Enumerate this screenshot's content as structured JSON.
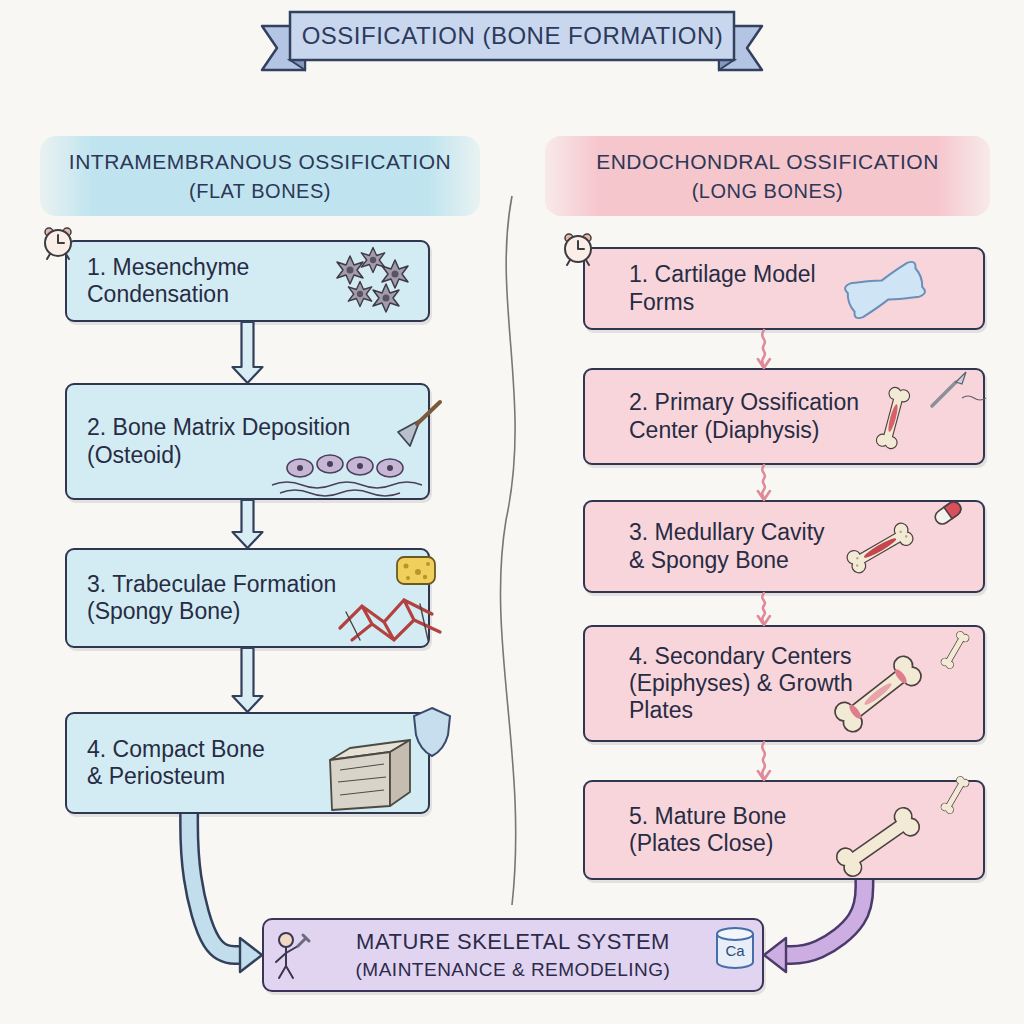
{
  "diagram": {
    "title": "OSSIFICATION (BONE FORMATION)",
    "nodes": [
      {
        "text": [
          "INTRAMEMBRANOUS OSSIFICATION",
          "(FLAT BONES)"
        ]
      },
      {
        "text": [
          "1. Mesenchyme Condensation"
        ]
      },
      {
        "text": [
          "2. Bone Matrix Deposition (Osteoid)"
        ]
      },
      {
        "text": [
          "3. Trabeculae Formation (Spongy Bone)"
        ]
      },
      {
        "text": [
          "4. Compact Bone & Periosteum"
        ]
      },
      {
        "text": [
          "ENDOCHONDRAL OSSIFICATION",
          "(LONG BONES)"
        ]
      },
      {
        "text": [
          "1. Cartilage Model Forms"
        ]
      },
      {
        "text": [
          "2. Primary Ossification Center (Diaphysis)"
        ]
      },
      {
        "text": [
          "3. Medullary Cavity & Spongy Bone"
        ]
      },
      {
        "text": [
          "4. Secondary Centers (Epiphyses) & Growth Plates"
        ]
      },
      {
        "text": [
          "5. Mature Bone (Plates Close)"
        ]
      },
      {
        "text": [
          "MATURE SKELETAL SYSTEM",
          "(MAINTENANCE & REMODELING)"
        ]
      }
    ],
    "edges": [
      {
        "from": 1,
        "to": 2,
        "arrow": "to"
      },
      {
        "from": 2,
        "to": 3,
        "arrow": "to"
      },
      {
        "from": 3,
        "to": 4,
        "arrow": "to"
      },
      {
        "from": 6,
        "to": 7,
        "arrow": "to"
      },
      {
        "from": 7,
        "to": 8,
        "arrow": "to"
      },
      {
        "from": 8,
        "to": 9,
        "arrow": "to"
      },
      {
        "from": 9,
        "to": 10,
        "arrow": "to"
      },
      {
        "from": 4,
        "to": 11,
        "arrow": "to"
      },
      {
        "from": 10,
        "to": 11,
        "arrow": "to"
      }
    ],
    "labels": [
      "Ca"
    ]
  }
}
